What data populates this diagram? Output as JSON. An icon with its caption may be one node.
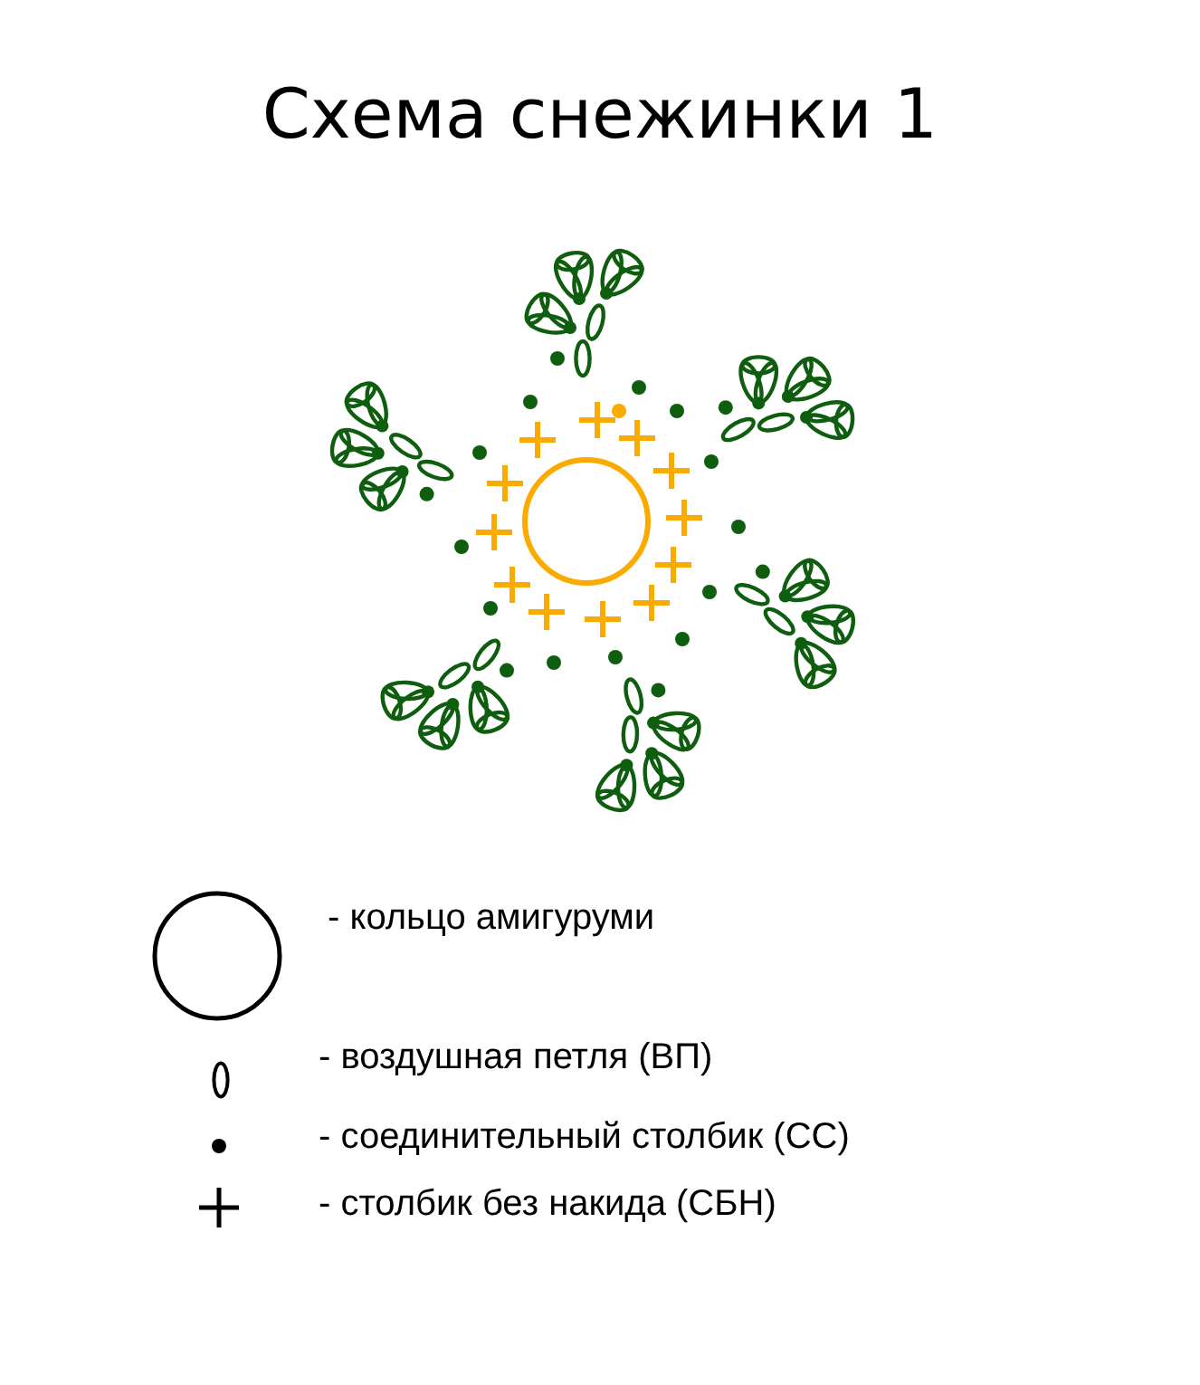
{
  "diagram": {
    "title": "Схема снежинки 1",
    "legend": [
      {
        "text": "- кольцо амигуруми"
      },
      {
        "text": "- воздушная петля (ВП)"
      },
      {
        "text": "- соединительный столбик (СС)"
      },
      {
        "text": "- столбик без накида (СБН)"
      }
    ]
  }
}
